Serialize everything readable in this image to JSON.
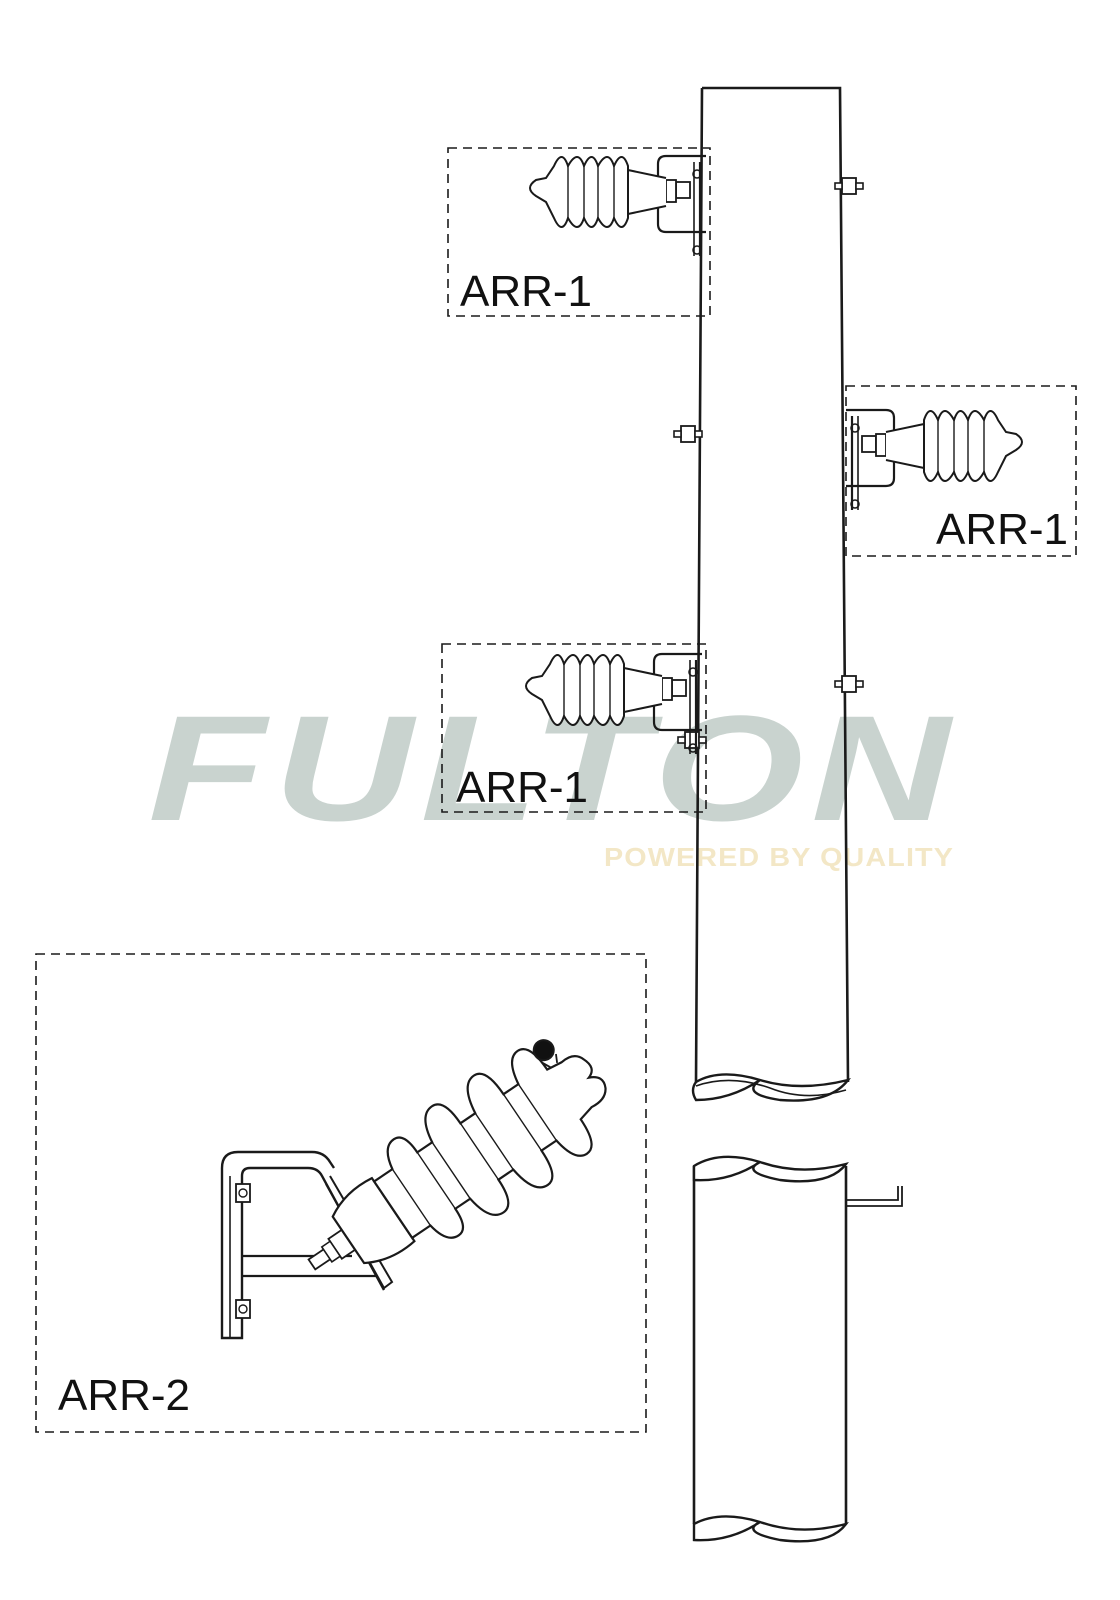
{
  "watermark": {
    "brand": "FULTON",
    "tagline": "POWERED BY QUALITY",
    "brand_color": "#c9d3cf",
    "tagline_color": "#f3e7c6"
  },
  "line_color": "#1a1a1a",
  "callouts": [
    {
      "id": "arr1-top-left",
      "label": "ARR-1"
    },
    {
      "id": "arr1-right",
      "label": "ARR-1"
    },
    {
      "id": "arr1-mid-left",
      "label": "ARR-1"
    },
    {
      "id": "arr2-detail",
      "label": "ARR-2"
    }
  ]
}
